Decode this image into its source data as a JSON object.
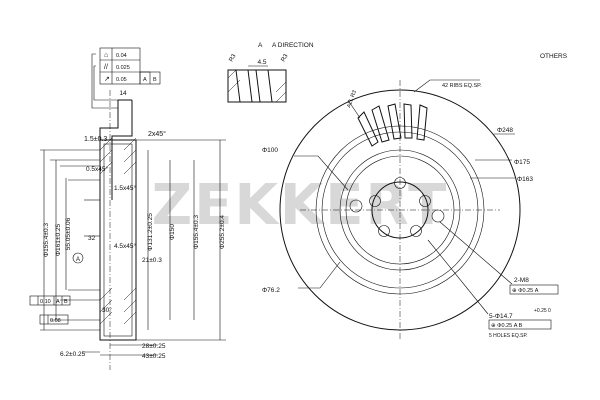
{
  "watermark": "ZEKKERT",
  "header": {
    "view_label": "A",
    "direction_label": "A DIRECTION",
    "others_label": "OTHERS"
  },
  "tolerances": {
    "flatness": "0.04",
    "parallel": "0.025",
    "runout": "0.05",
    "datum_a": "A",
    "datum_b": "B",
    "bottom_runout": "0.10",
    "bottom_flat": "0.08"
  },
  "section_dims": {
    "top_14": "14",
    "chamfer_left": "1.5±0.3",
    "chamfer_right": "2x45°",
    "d155": "Φ155.4±0.3",
    "d161": "Φ161±0.25",
    "d55": "55.05±0.06",
    "ang_05": "0.5x45°",
    "ang_15": "1.5x45°",
    "ang_45": "4.5x45°",
    "r32": "32",
    "d131": "Φ131.2±0.25",
    "d150": "Φ150",
    "d155b": "Φ155.4±0.3",
    "d255": "Φ255.2±0.4",
    "h21": "21±0.3",
    "w28": "28±0.25",
    "w43": "43±0.25",
    "w62": "6.2±0.25",
    "ang30": "30°",
    "datum_circle": "A"
  },
  "vent_dims": {
    "w45": "4.5",
    "r23a": "R3",
    "r23b": "R3"
  },
  "face_dims": {
    "d100": "Φ100",
    "d248": "Φ248",
    "d175": "Φ175",
    "d163": "Φ163",
    "d76": "Φ76.2",
    "ribs": "42 RIBS EQ.SP.",
    "ribs_angle": "ALL R3",
    "m8": "2-M8",
    "m8_pos": "⊕ Φ0.25 A",
    "holes": "5-Φ14.7",
    "holes_tol": "+0.25 0",
    "holes_pos": "⊕ Φ0.25 A B",
    "holes_note": "5 HOLES EQ.SP."
  }
}
